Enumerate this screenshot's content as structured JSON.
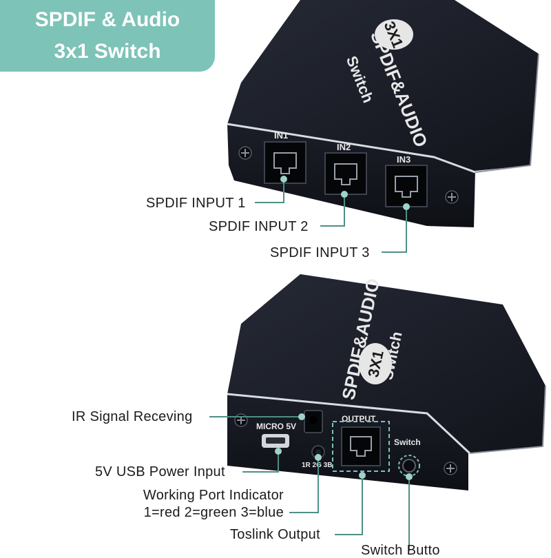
{
  "title": {
    "line1": "SPDIF & Audio",
    "line2": "3x1 Switch"
  },
  "colors": {
    "badge": "#7dc3b7",
    "callout_line": "#4e8f84",
    "device_body": "#1c1f29",
    "device_edge": "#d8dde4"
  },
  "device_top": {
    "brand_line1": "SPDIF&AUDIO",
    "brand_line2": "Switch",
    "model_badge": "3X1",
    "ports": [
      "IN1",
      "IN2",
      "IN3"
    ]
  },
  "device_bottom": {
    "brand_line1": "SPDIF&AUDIO",
    "brand_line2": "Switch",
    "model_badge": "3X1",
    "micro_label": "MICRO 5V",
    "output_label": "OUTPUT",
    "switch_label": "Switch",
    "indicator_label": "1R 2G 3B"
  },
  "callouts": {
    "spdif_input_1": "SPDIF INPUT 1",
    "spdif_input_2": "SPDIF INPUT 2",
    "spdif_input_3": "SPDIF INPUT 3",
    "ir_signal": "IR Signal Receving",
    "usb_power": "5V USB Power Input",
    "indicator_line1": "Working Port Indicator",
    "indicator_line2": "1=red 2=green 3=blue",
    "toslink_output": "Toslink Output",
    "switch_button": "Switch Butto"
  }
}
